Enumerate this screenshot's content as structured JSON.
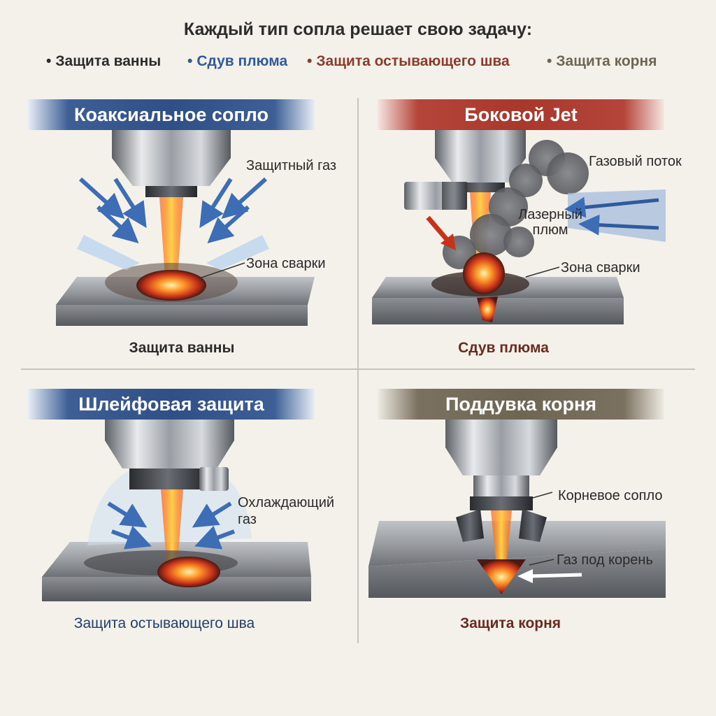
{
  "title": "Каждый тип сопла решает свою задачу:",
  "legend": [
    {
      "bullet": "•",
      "text": "Защита ванны",
      "color": "#2b2b2b"
    },
    {
      "bullet": "•",
      "text": "Сдув плюма",
      "color": "#2f5a9c"
    },
    {
      "bullet": "•",
      "text": "Защита остывающего шва",
      "color": "#8a3c2c"
    },
    {
      "bullet": "•",
      "text": "Защита корня",
      "color": "#6e6553"
    }
  ],
  "panels": {
    "coaxial": {
      "title": "Коаксиальное сопло",
      "label_gas": "Защитный газ",
      "label_zone": "Зона сварки",
      "caption": "Защита ванны",
      "caption_color": "#2b2b2b"
    },
    "side_jet": {
      "title": "Боковой Jet",
      "label_flow": "Газовый поток",
      "label_plume_1": "Лазерный",
      "label_plume_2": "плюм",
      "label_zone": "Зона сварки",
      "caption": "Сдув плюма",
      "caption_color": "#6a2a1e"
    },
    "trailing": {
      "title": "Шлейфовая защита",
      "label_cool_1": "Охлаждающий",
      "label_cool_2": "газ",
      "caption": "Защита остывающего шва",
      "caption_color": "#1f3f73"
    },
    "root": {
      "title": "Поддувка корня",
      "label_nozzle": "Корневое сопло",
      "label_gas": "Газ под корень",
      "caption": "Защита корня",
      "caption_color": "#6a2a1e"
    }
  },
  "colors": {
    "blue_banner": "#2f4f86",
    "red_banner": "#a8372c",
    "olive_banner": "#6e6553",
    "beam": "#ff7a1a",
    "gas_arrow": "#3d6db5",
    "metal": "#8e9196"
  }
}
